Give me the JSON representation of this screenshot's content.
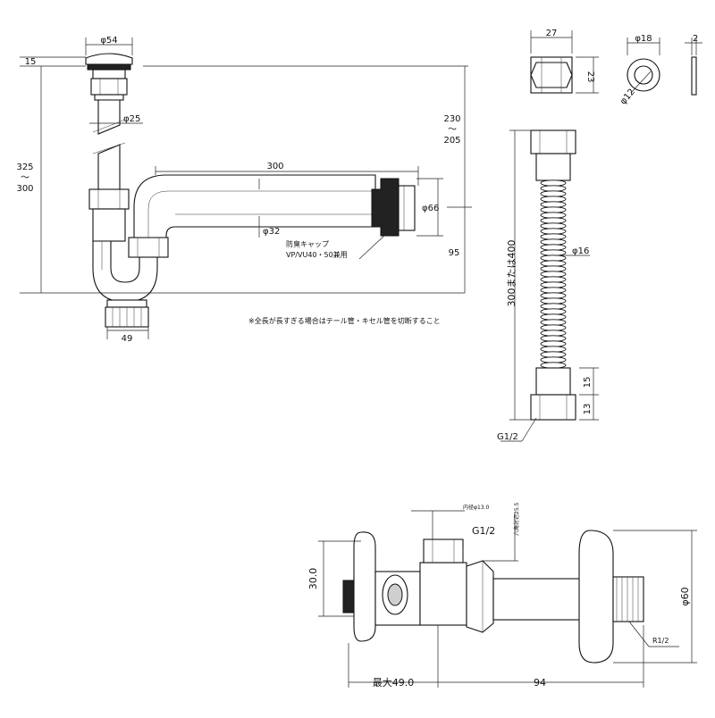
{
  "trap": {
    "dim_flange_dia": "φ54",
    "dim_flange_h": "15",
    "dim_tail_dia": "φ25",
    "dim_height": [
      "325",
      "〜",
      "300"
    ],
    "dim_horiz_len": "300",
    "dim_pipe_dia": "φ32",
    "dim_wall_dia": "φ66",
    "dim_drop": [
      "230",
      "〜",
      "205"
    ],
    "dim_outlet_h": "95",
    "dim_bottom_w": "49",
    "cap_label": [
      "防臭キャップ",
      "VP/VU40・50兼用"
    ],
    "note": "※全長が長すぎる場合はテール管・キセル管を切断すること"
  },
  "nut": {
    "width": "27",
    "height": "23"
  },
  "washer": {
    "outer": "φ18",
    "inner": "φ12",
    "thickness": "2"
  },
  "hose": {
    "length": "300または400",
    "dia": "φ16",
    "nut_h1": "15",
    "nut_h2": "13",
    "thread": "G1/2"
  },
  "valve": {
    "inner_dia": "内径φ13.0",
    "thread_top": "G1/2",
    "hex": "六角対辺25.5",
    "height": "30.0",
    "max_len": "最大49.0",
    "len": "94",
    "plate_dia": "φ60",
    "thread_end": "R1/2"
  }
}
